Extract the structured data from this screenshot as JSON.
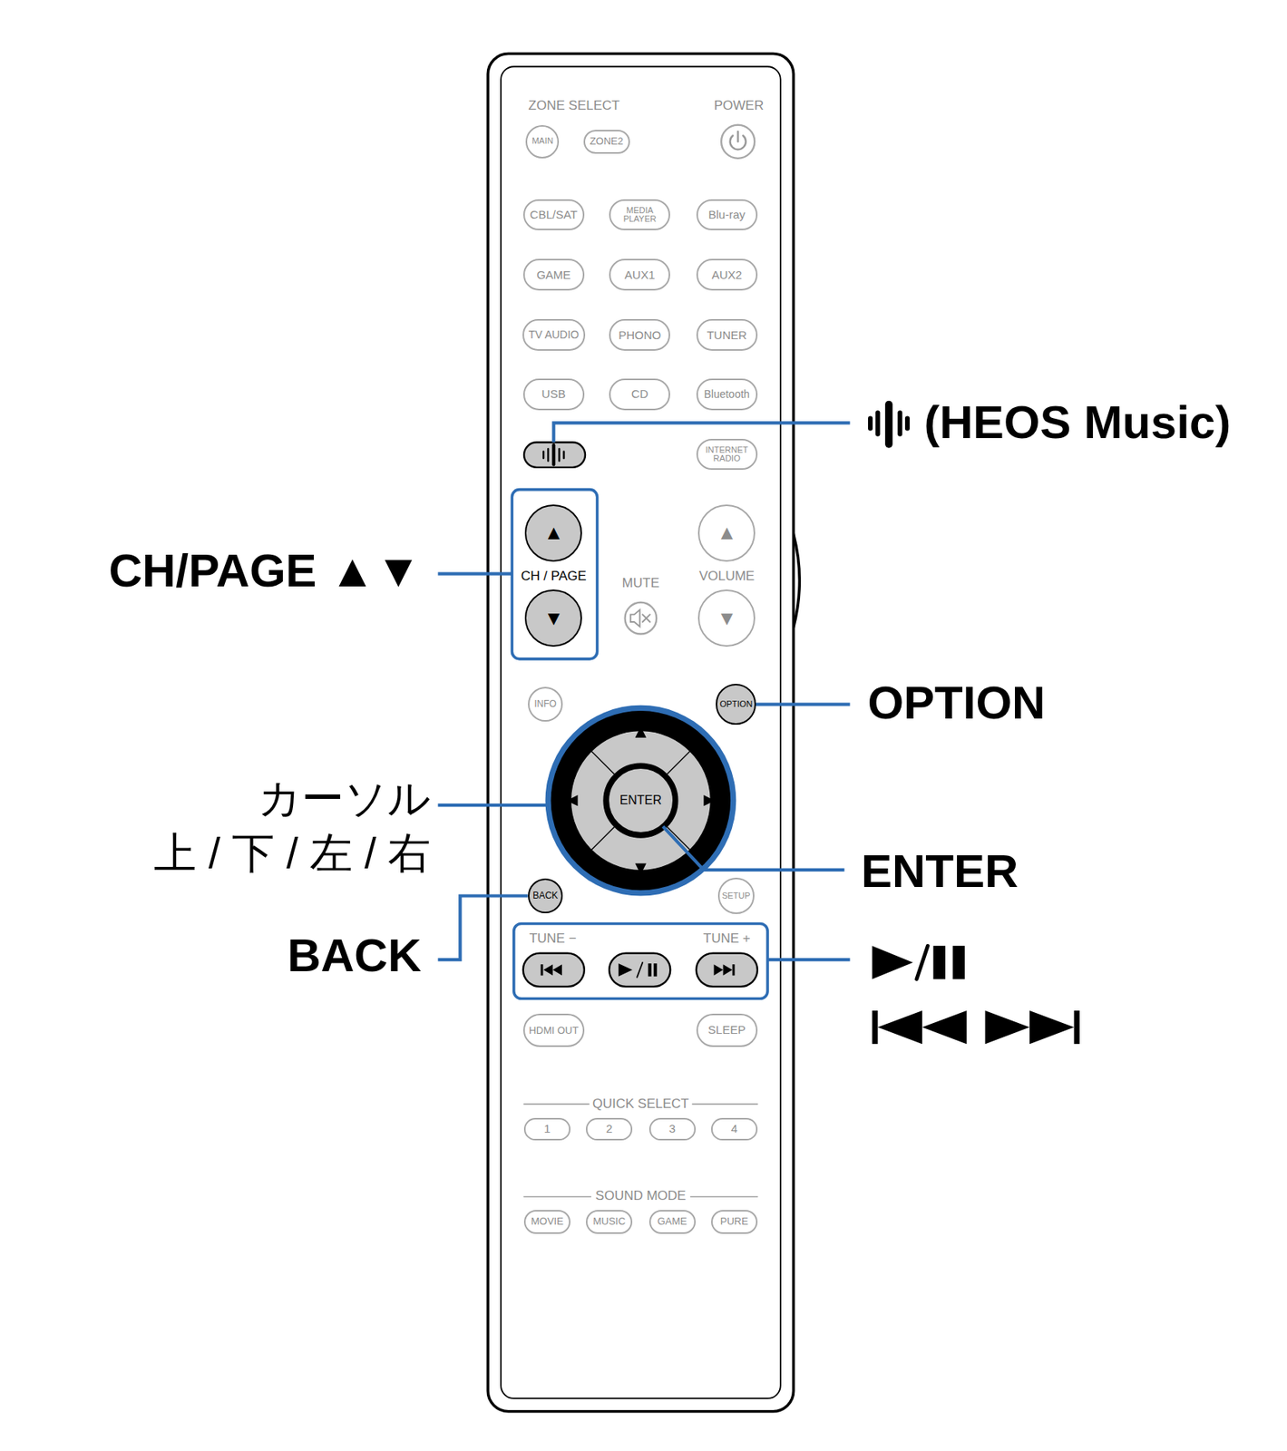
{
  "diagram": {
    "nodes": [
      {
        "text": [
          "MAIN"
        ]
      },
      {
        "text": [
          "ZONE2"
        ]
      },
      {
        "text": [
          "CBL/SAT"
        ]
      },
      {
        "text": [
          "MEDIA PLAYER"
        ]
      },
      {
        "text": [
          "Blu-ray"
        ]
      },
      {
        "text": [
          "GAME"
        ]
      },
      {
        "text": [
          "AUX1"
        ]
      },
      {
        "text": [
          "AUX2"
        ]
      },
      {
        "text": [
          "TV AUDIO"
        ]
      },
      {
        "text": [
          "PHONO"
        ]
      },
      {
        "text": [
          "TUNER"
        ]
      },
      {
        "text": [
          "USB"
        ]
      },
      {
        "text": [
          "CD"
        ]
      },
      {
        "text": [
          "Bluetooth"
        ]
      },
      {
        "text": [
          "INTERNET RADIO"
        ]
      },
      {
        "text": [
          "▲"
        ]
      },
      {
        "text": [
          "▼"
        ]
      },
      {
        "text": [
          "▲"
        ]
      },
      {
        "text": [
          "▼"
        ]
      },
      {
        "text": [
          "INFO"
        ]
      },
      {
        "text": [
          "OPTION"
        ]
      },
      {
        "text": [
          "ENTER"
        ]
      },
      {
        "text": [
          "BACK"
        ]
      },
      {
        "text": [
          "SETUP"
        ]
      },
      {
        "text": [
          "HDMI OUT"
        ]
      },
      {
        "text": [
          "SLEEP"
        ]
      },
      {
        "text": [
          "1"
        ]
      },
      {
        "text": [
          "2"
        ]
      },
      {
        "text": [
          "3"
        ]
      },
      {
        "text": [
          "4"
        ]
      },
      {
        "text": [
          "MOVIE"
        ]
      },
      {
        "text": [
          "MUSIC"
        ]
      },
      {
        "text": [
          "GAME"
        ]
      },
      {
        "text": [
          "PURE"
        ]
      }
    ],
    "labels": [
      "ZONE SELECT",
      "POWER",
      "CH / PAGE",
      "MUTE",
      "VOLUME",
      "TUNE −",
      "TUNE +",
      "QUICK SELECT",
      "SOUND MODE",
      "(HEOS Music)",
      "CH/PAGE ▲▼",
      "OPTION",
      "カーソル",
      "上 / 下 / 左 / 右",
      "ENTER",
      "BACK"
    ]
  }
}
